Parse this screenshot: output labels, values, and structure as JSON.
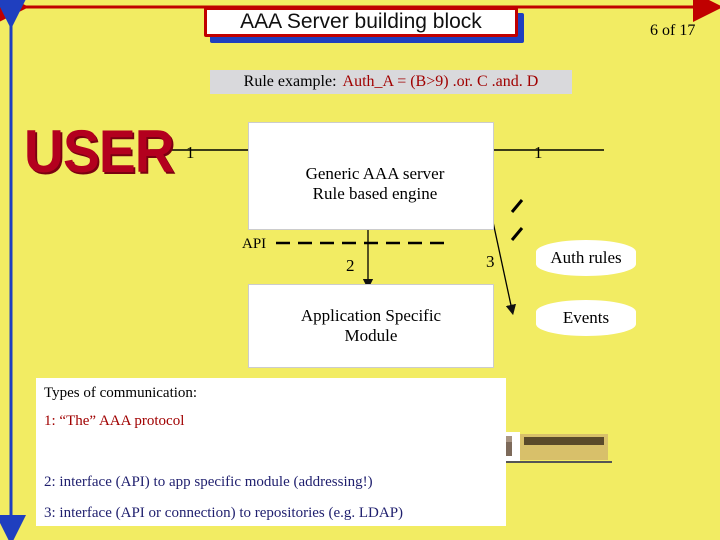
{
  "title": "AAA Server building block",
  "page_number": "6 of 17",
  "rule_example": {
    "label": "Rule example:",
    "expression": "Auth_A = (B>9) .or. C .and. D"
  },
  "user_label": "USER",
  "server_box": {
    "line1": "Generic AAA server",
    "line2": "Rule based engine"
  },
  "api_label": "API",
  "app_module": {
    "line1": "Application Specific",
    "line2": "Module"
  },
  "link_labels": {
    "left_1": "1",
    "right_1": "1",
    "api_2": "2",
    "repo_3": "3"
  },
  "repositories": [
    "Auth rules",
    "Events"
  ],
  "communication": {
    "title": "Types of communication:",
    "items": [
      "1: “The” AAA protocol",
      "2: interface (API) to app specific module (addressing!)",
      "3: interface (API or connection) to repositories (e.g. LDAP)"
    ]
  },
  "colors": {
    "background": "#f2ec63",
    "accent_red": "#c00000",
    "accent_blue": "#1f3fbf",
    "text_dark_red": "#a00000"
  }
}
